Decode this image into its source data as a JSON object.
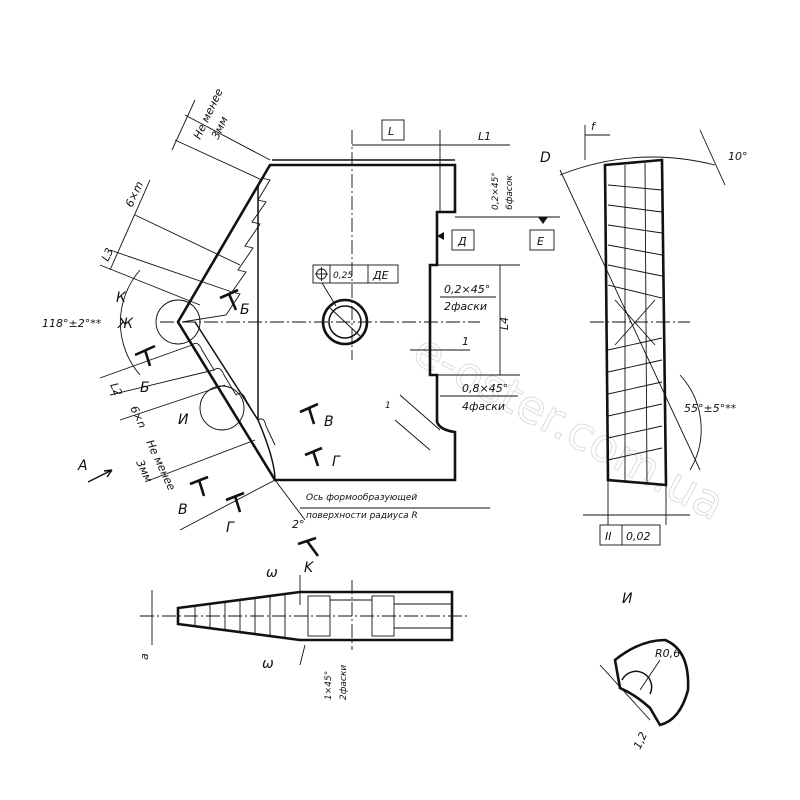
{
  "watermark": "e-oster.com.ua",
  "front_view": {
    "top_min_label": "Не менее",
    "top_min_value": "3мм",
    "teeth_m": "6×m",
    "l3": "L3",
    "k_label": "К",
    "zh_label": "Ж",
    "angle": "118°±2°**",
    "l2": "L2",
    "section_b": "Б",
    "teeth_n": "6×n",
    "detail_i": "И",
    "view_a": "А",
    "bottom_min_label": "Не менее",
    "bottom_min_value": "3мм",
    "section_v": "В",
    "section_g": "Г",
    "angle_small": "2°",
    "dim_l": "L",
    "dim_l1": "L1",
    "chamfer_top": "0,2×45°",
    "chamfer_top_count": "6фасок",
    "datum_d": "Д",
    "datum_e": "Е",
    "tolerance_value": "0,25",
    "tolerance_datums": "ДЕ",
    "chamfer_mid": "0,2×45°",
    "chamfer_mid_count": "2фаски",
    "dim_l4": "L4",
    "dim_1": "1",
    "chamfer_low": "0,8×45°",
    "chamfer_low_count": "4фаски",
    "dim_1b": "1",
    "axis_note_1": "Ось формообразующей",
    "axis_note_2": "поверхности радиуса R"
  },
  "side_view": {
    "f": "f",
    "d": "D",
    "angle_top": "10°",
    "angle_side": "55°±5°**",
    "parallel_symbol": "II",
    "parallel_tol": "0,02"
  },
  "bottom_view": {
    "omega_top": "ω",
    "k": "K",
    "a": "a",
    "omega_bottom": "ω",
    "chamfer": "1×45°",
    "chamfer_count": "2фаски"
  },
  "detail_view": {
    "title": "И",
    "radius": "R0,6",
    "dim": "1,2"
  }
}
